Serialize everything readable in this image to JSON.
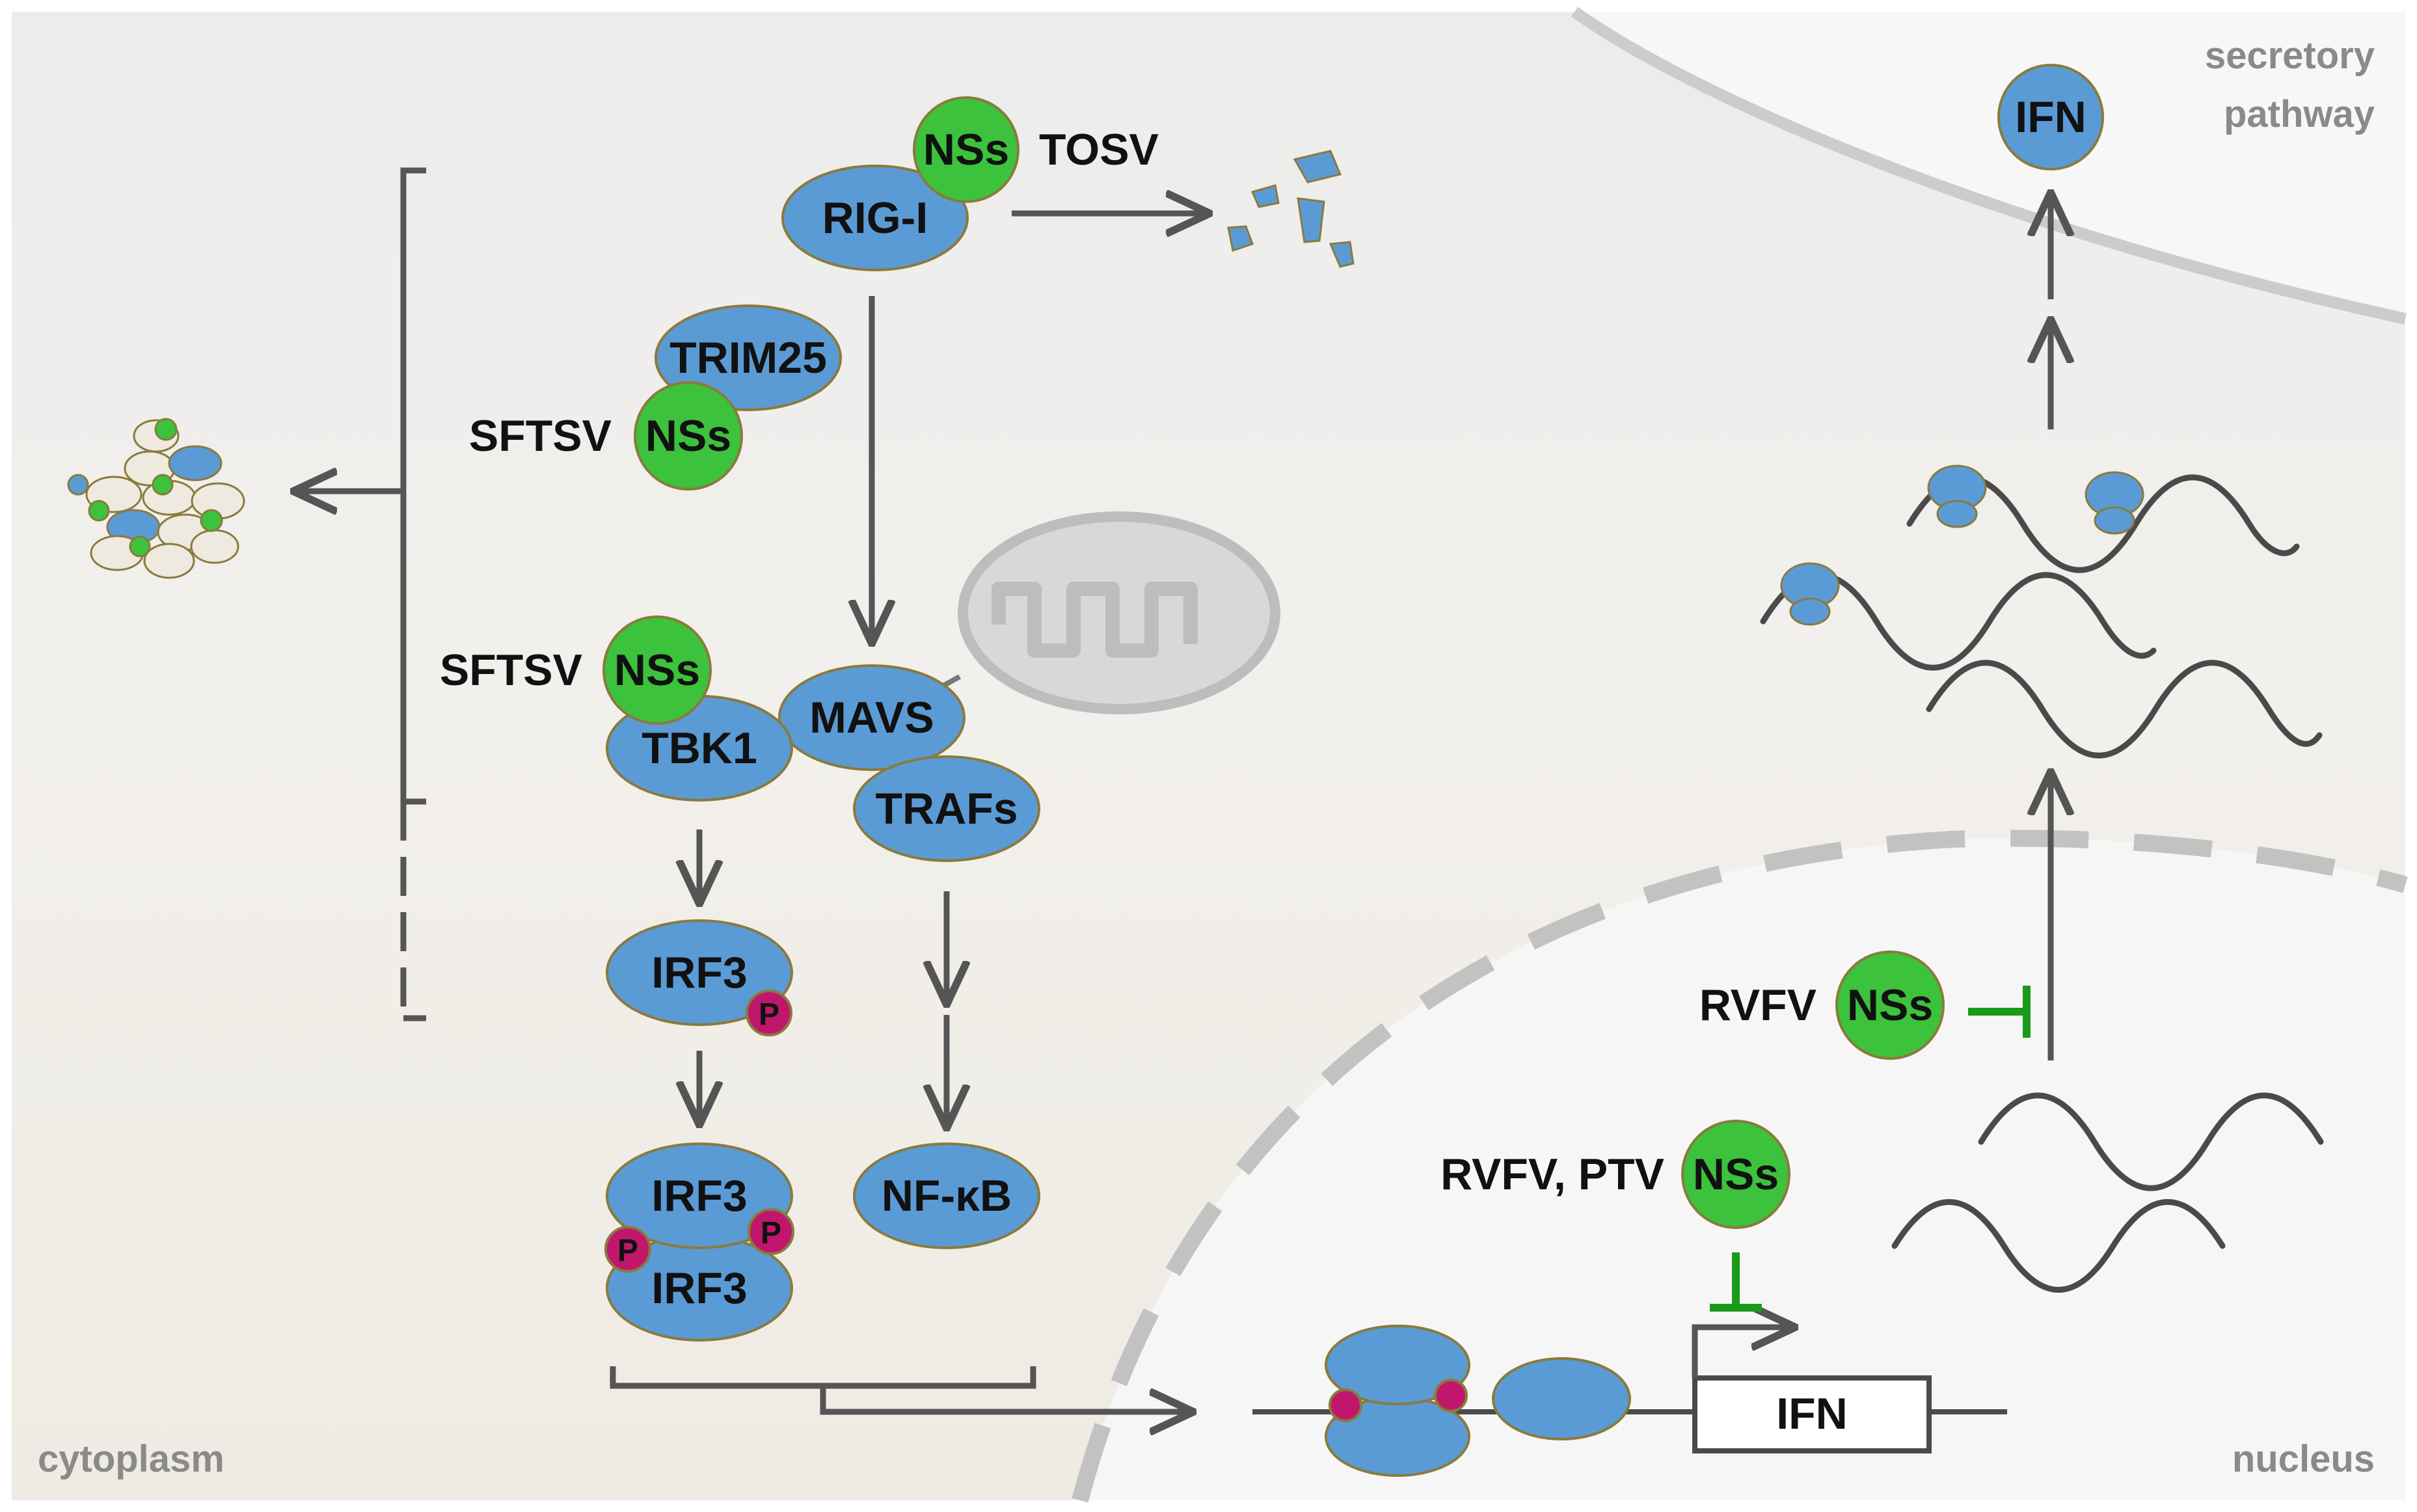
{
  "regions": {
    "cytoplasm": "cytoplasm",
    "nucleus": "nucleus",
    "secretory_line1": "secretory",
    "secretory_line2": "pathway"
  },
  "nodes": {
    "rig_i": "RIG-I",
    "trim25": "TRIM25",
    "mavs": "MAVS",
    "tbk1": "TBK1",
    "trafs": "TRAFs",
    "irf3": "IRF3",
    "irf3_dimer_top": "IRF3",
    "irf3_dimer_bottom": "IRF3",
    "nfkb": "NF-κB",
    "ifn_secreted": "IFN",
    "ifn_gene": "IFN",
    "phospho": "P"
  },
  "viral": {
    "nss": "NSs",
    "tosv": "TOSV",
    "sftsv_trim25": "SFTSV",
    "sftsv_tbk1": "SFTSV",
    "rvfv_translation": "RVFV",
    "rvfv_ptv_transcription": "RVFV, PTV"
  },
  "colors": {
    "host_protein": "#5b9bd5",
    "viral_nss": "#3cc23c",
    "phosphate": "#c0176c",
    "inhibition": "#1a9a1a",
    "arrow": "#555555",
    "membrane": "#bdbdbd"
  }
}
